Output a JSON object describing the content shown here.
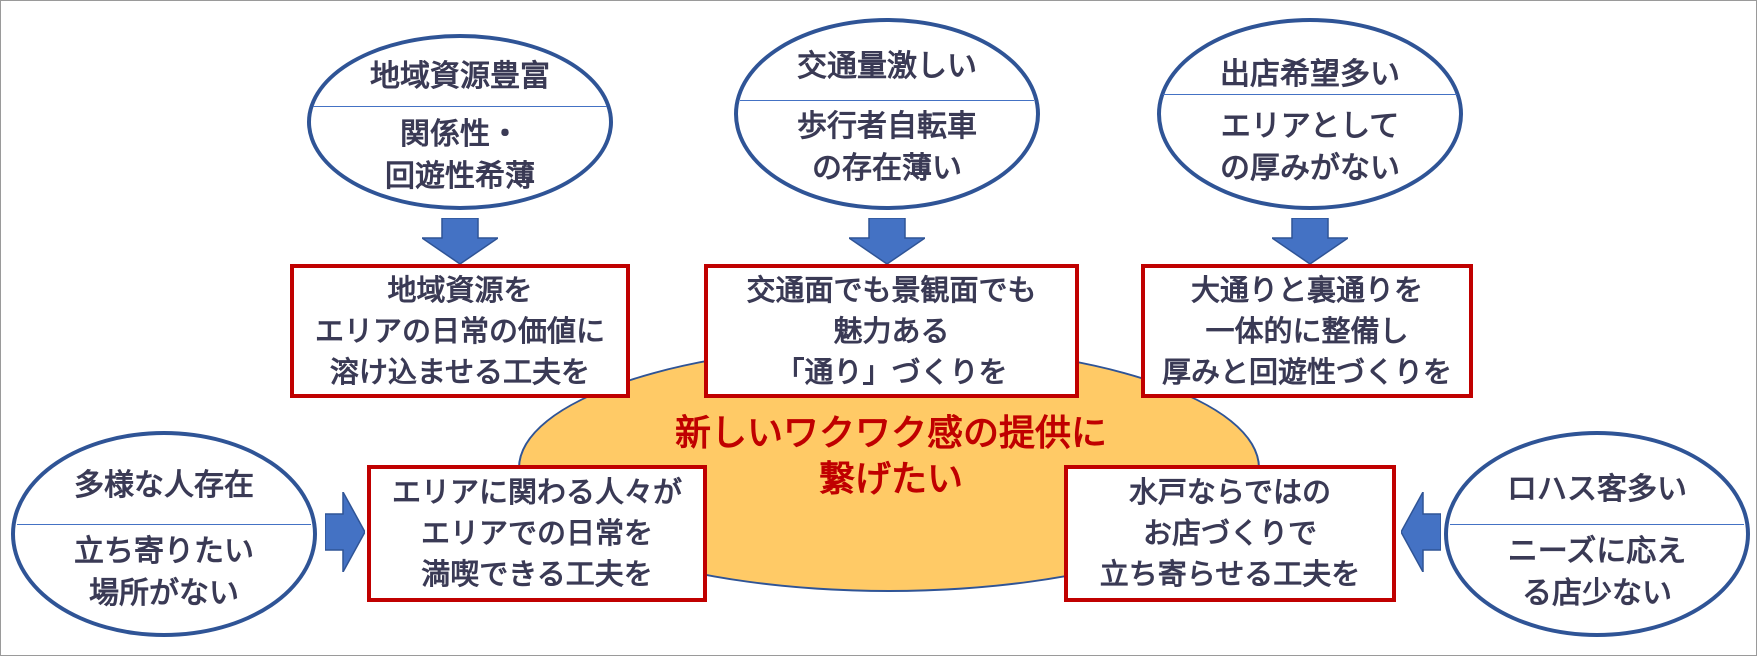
{
  "colors": {
    "ellipse_border": "#2f5496",
    "divider": "#4472c4",
    "box_border": "#c00000",
    "arrow_fill": "#4472c4",
    "center_fill": "#ffca66",
    "center_text": "#c00000",
    "body_text": "#3a3a55"
  },
  "center": {
    "lines": [
      "新しいワクワク感の提供に",
      "繋げたい"
    ]
  },
  "issues": [
    {
      "id": "top-left",
      "top": "地域資源豊富",
      "bottom": [
        "関係性・",
        "回遊性希薄"
      ]
    },
    {
      "id": "top-center",
      "top": "交通量激しい",
      "bottom": [
        "歩行者自転車",
        "の存在薄い"
      ]
    },
    {
      "id": "top-right",
      "top": "出店希望多い",
      "bottom": [
        "エリアとして",
        "の厚みがない"
      ]
    },
    {
      "id": "bottom-left",
      "top": "多様な人存在",
      "bottom": [
        "立ち寄りたい",
        "場所がない"
      ]
    },
    {
      "id": "bottom-right",
      "top": "ロハス客多い",
      "bottom": [
        "ニーズに応え",
        "る店少ない"
      ]
    }
  ],
  "actions": [
    {
      "id": "top-left",
      "lines": [
        "地域資源を",
        "エリアの日常の価値に",
        "溶け込ませる工夫を"
      ]
    },
    {
      "id": "top-center",
      "lines": [
        "交通面でも景観面でも",
        "魅力ある",
        "「通り」づくりを"
      ]
    },
    {
      "id": "top-right",
      "lines": [
        "大通りと裏通りを",
        "一体的に整備し",
        "厚みと回遊性づくりを"
      ]
    },
    {
      "id": "bottom-left",
      "lines": [
        "エリアに関わる人々が",
        "エリアでの日常を",
        "満喫できる工夫を"
      ]
    },
    {
      "id": "bottom-right",
      "lines": [
        "水戸ならではの",
        "お店づくりで",
        "立ち寄らせる工夫を"
      ]
    }
  ]
}
